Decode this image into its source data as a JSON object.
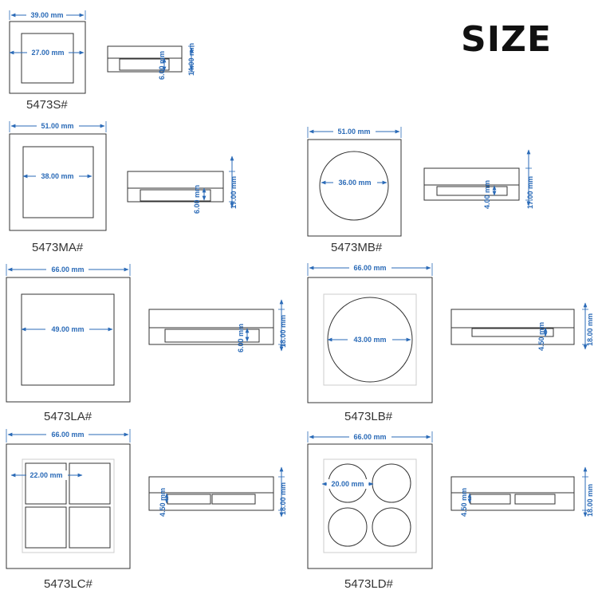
{
  "title": "SIZE",
  "colors": {
    "dimension": "#2a6ab7",
    "outline": "#333333"
  },
  "products": [
    {
      "model": "5473S#",
      "width": "39.00 mm",
      "pan": "27.00 mm",
      "depth": "6.00 mm",
      "height": "14.00 mm"
    },
    {
      "model": "5473MA#",
      "width": "51.00 mm",
      "pan": "38.00 mm",
      "depth": "6.00 mm",
      "height": "17.00 mm"
    },
    {
      "model": "5473MB#",
      "width": "51.00 mm",
      "pan": "36.00 mm",
      "depth": "4.00 mm",
      "height": "17.00 mm"
    },
    {
      "model": "5473LA#",
      "width": "66.00 mm",
      "pan": "49.00 mm",
      "depth": "6.00 mm",
      "height": "18.00 mm"
    },
    {
      "model": "5473LB#",
      "width": "66.00 mm",
      "pan": "43.00 mm",
      "depth": "4.50 mm",
      "height": "18.00 mm"
    },
    {
      "model": "5473LC#",
      "width": "66.00 mm",
      "pan": "22.00 mm",
      "depth": "4.50 mm",
      "height": "18.00 mm"
    },
    {
      "model": "5473LD#",
      "width": "66.00 mm",
      "pan": "20.00 mm",
      "depth": "4.50 mm",
      "height": "18.00 mm"
    }
  ]
}
